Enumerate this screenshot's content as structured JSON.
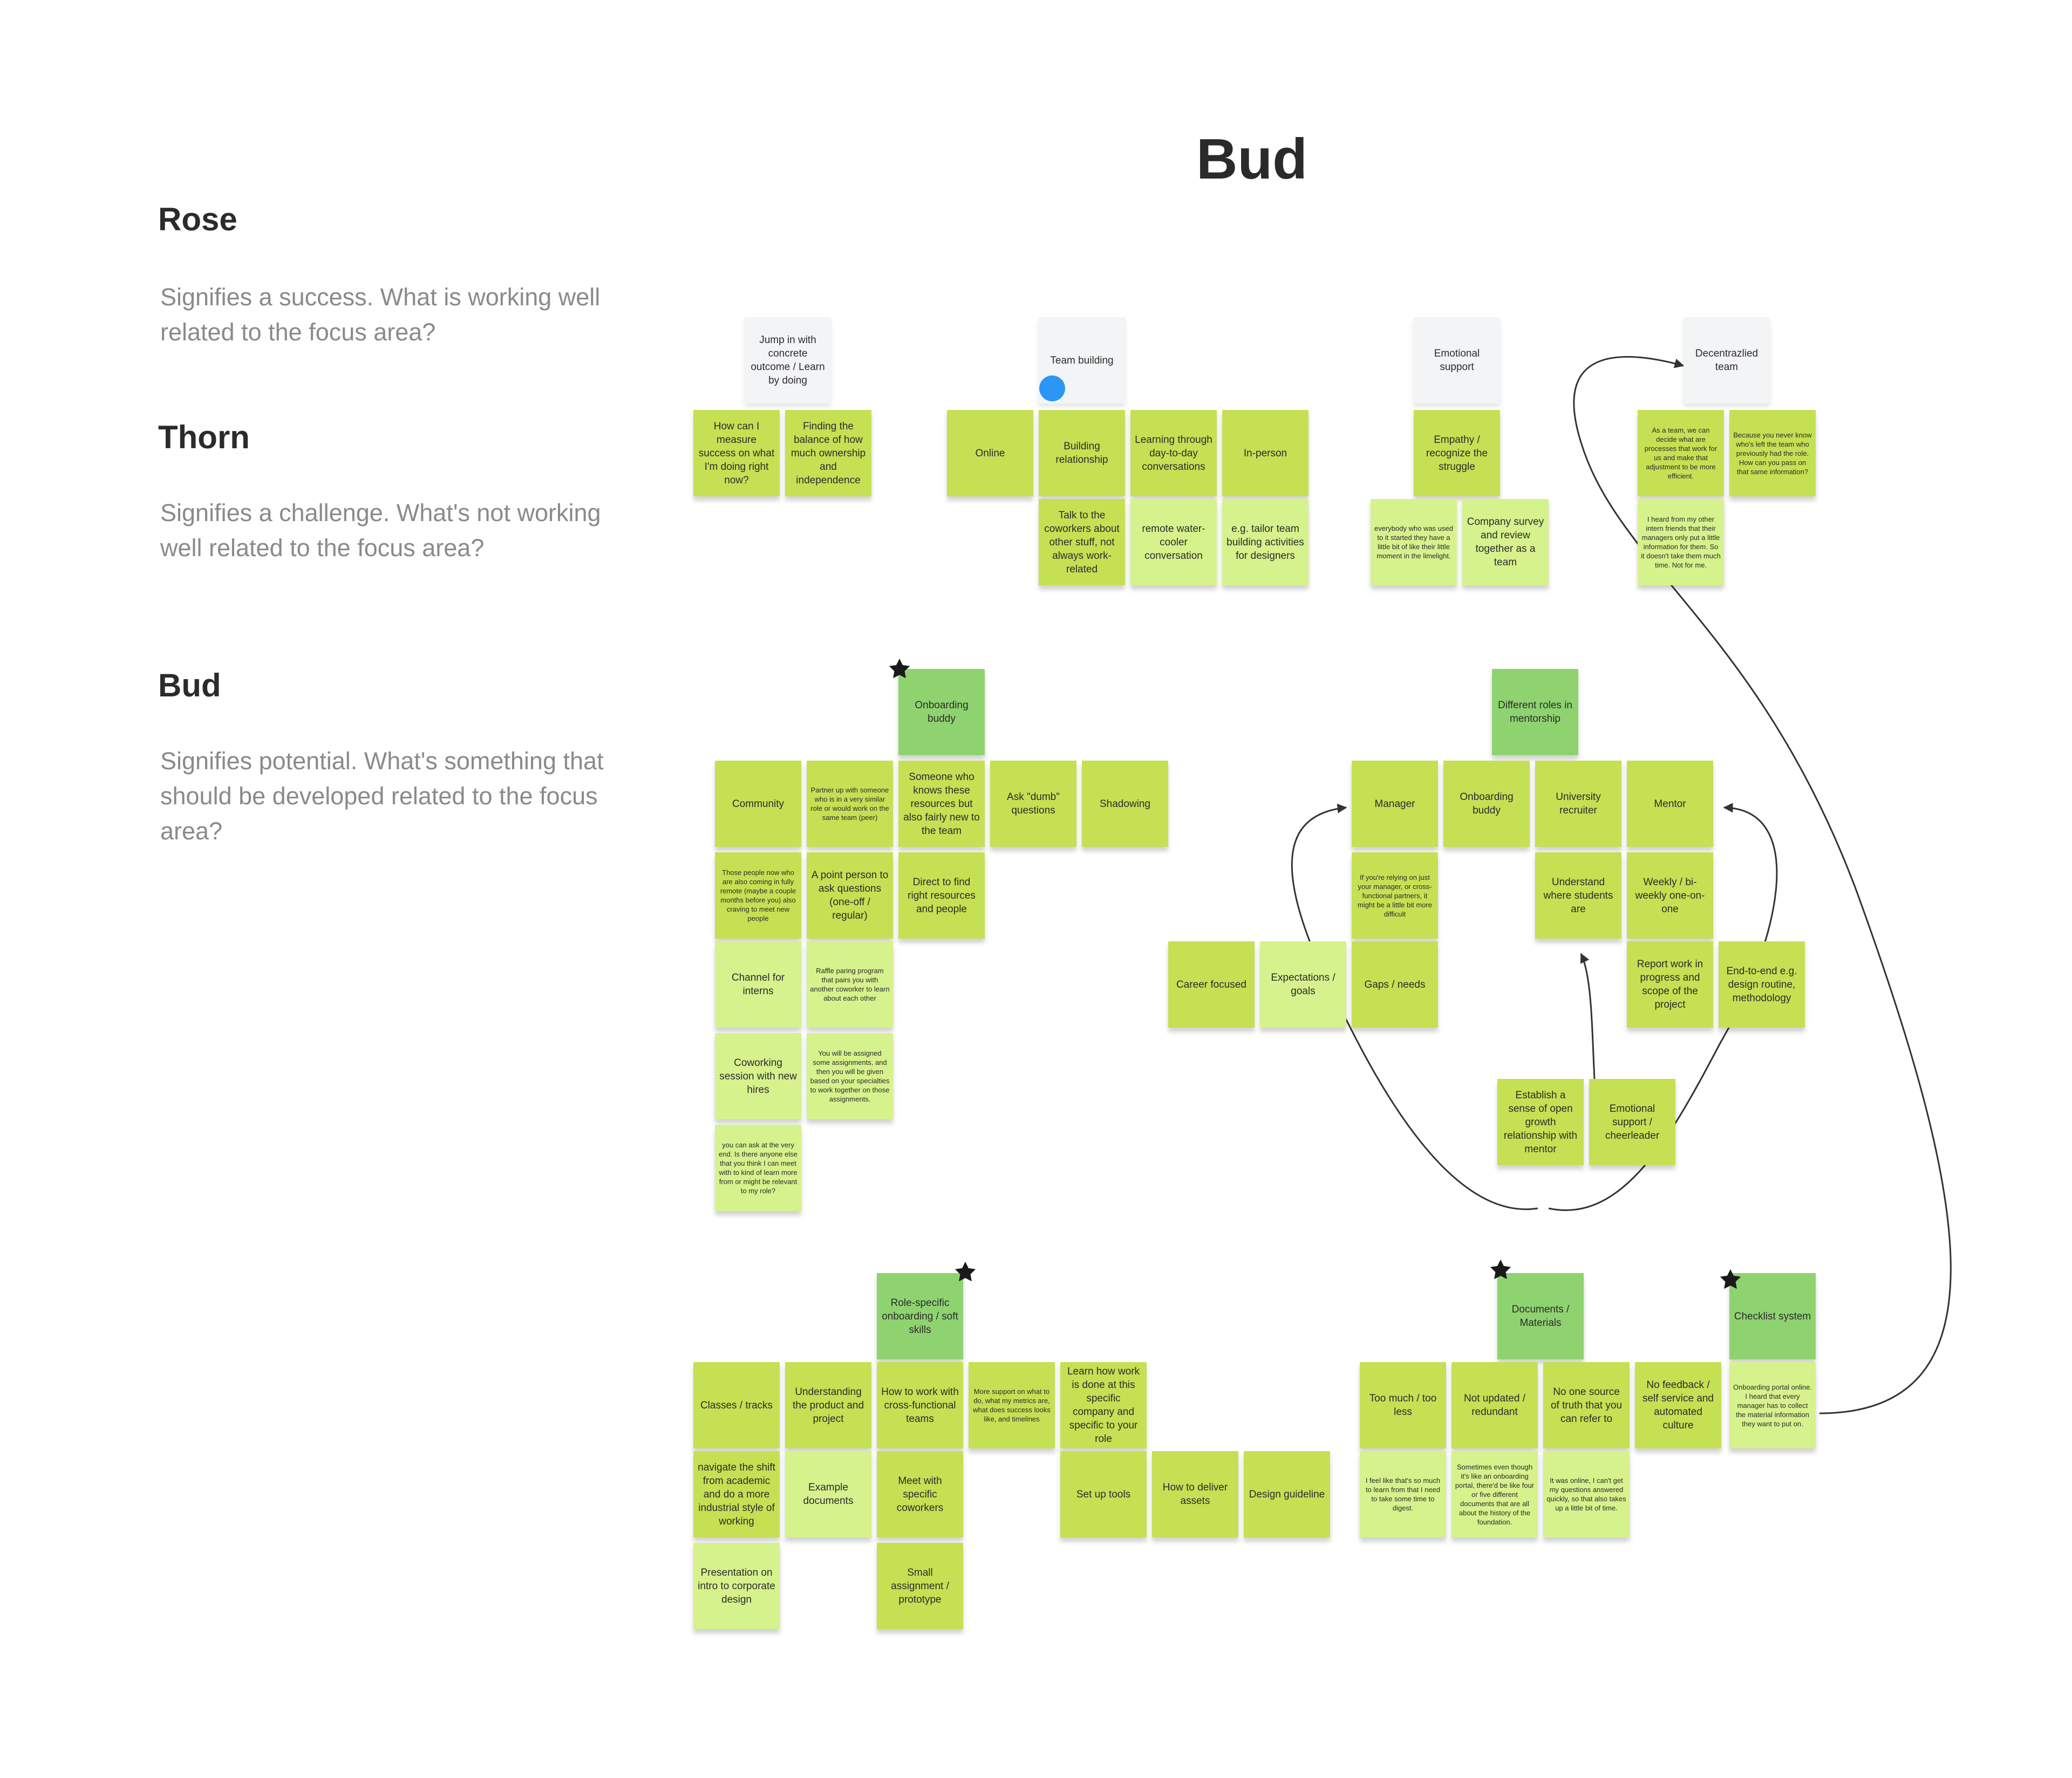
{
  "board": {
    "title": "Bud"
  },
  "legend": [
    {
      "title": "Rose",
      "description": "Signifies a success. What is working well related to the focus area?"
    },
    {
      "title": "Thorn",
      "description": "Signifies a challenge. What's not working well related to the focus area?"
    },
    {
      "title": "Bud",
      "description": "Signifies potential. What's something that should be developed related to the focus area?"
    }
  ],
  "stickies": [
    {
      "text": "Jump in with concrete outcome / Learn by doing",
      "color": "white"
    },
    {
      "text": "Team building",
      "color": "white"
    },
    {
      "text": "Emotional support",
      "color": "white"
    },
    {
      "text": "Decentrazlied team",
      "color": "white"
    },
    {
      "text": "How can I measure success on what I'm doing right now?",
      "color": "green"
    },
    {
      "text": "Finding the balance of how much ownership and independence",
      "color": "green"
    },
    {
      "text": "Online",
      "color": "green"
    },
    {
      "text": "Building relationship",
      "color": "green"
    },
    {
      "text": "Learning through day-to-day conversations",
      "color": "green"
    },
    {
      "text": "In-person",
      "color": "green"
    },
    {
      "text": "Talk to the coworkers about other stuff, not always work-related",
      "color": "green"
    },
    {
      "text": "remote water-cooler conversation",
      "color": "light"
    },
    {
      "text": "e.g. tailor team building activities for designers",
      "color": "light"
    },
    {
      "text": "Empathy / recognize the struggle",
      "color": "green"
    },
    {
      "text": "everybody who was used to it started they have a little bit of like their little moment in the limelight.",
      "color": "light"
    },
    {
      "text": "Company survey and review together as a team",
      "color": "light"
    },
    {
      "text": "As a team, we can decide what are processes that work for us and make that adjustment to be more efficient.",
      "color": "green"
    },
    {
      "text": "Because you never know who's left the team who previously had the role. How can you pass on that same information?",
      "color": "green"
    },
    {
      "text": "I heard from my other intern friends that their managers only put a little information for them. So it doesn't take them much time. Not for me.",
      "color": "light"
    },
    {
      "text": "Onboarding buddy",
      "color": "dark"
    },
    {
      "text": "Community",
      "color": "green"
    },
    {
      "text": "Partner up with someone who is in a very similar role or would work on the same team (peer)",
      "color": "green"
    },
    {
      "text": "Someone who knows these resources but also fairly new to the team",
      "color": "green"
    },
    {
      "text": "Ask \"dumb\" questions",
      "color": "green"
    },
    {
      "text": "Shadowing",
      "color": "green"
    },
    {
      "text": "Those people now who are also coming in fully remote (maybe a couple months before you) also craving to meet new people",
      "color": "green"
    },
    {
      "text": "A point person to ask questions (one-off / regular)",
      "color": "green"
    },
    {
      "text": "Direct to find right resources and people",
      "color": "green"
    },
    {
      "text": "Channel for interns",
      "color": "light"
    },
    {
      "text": "Raffle paring program that pairs you with another coworker to learn about each other",
      "color": "light"
    },
    {
      "text": "Coworking session with new hires",
      "color": "light"
    },
    {
      "text": "You will be assigned some assignments, and then you will be given based on your specialties to work together on those assignments.",
      "color": "light"
    },
    {
      "text": "you can ask at the very end. Is there anyone else that you think I can meet with to kind of learn more from or might be relevant to my role?",
      "color": "light"
    },
    {
      "text": "Different roles in mentorship",
      "color": "dark"
    },
    {
      "text": "Manager",
      "color": "green"
    },
    {
      "text": "Onboarding buddy",
      "color": "green"
    },
    {
      "text": "University recruiter",
      "color": "green"
    },
    {
      "text": "Mentor",
      "color": "green"
    },
    {
      "text": "If you're relying on just your manager, or cross-functional partners, it might be a little bit more difficult",
      "color": "green"
    },
    {
      "text": "Understand where students are",
      "color": "green"
    },
    {
      "text": "Weekly / bi-weekly one-on-one",
      "color": "green"
    },
    {
      "text": "Career focused",
      "color": "green"
    },
    {
      "text": "Expectations / goals",
      "color": "light"
    },
    {
      "text": "Gaps / needs",
      "color": "green"
    },
    {
      "text": "Report work in progress and scope of the project",
      "color": "green"
    },
    {
      "text": "End-to-end e.g. design routine, methodology",
      "color": "green"
    },
    {
      "text": "Establish a sense of open growth relationship with mentor",
      "color": "green"
    },
    {
      "text": "Emotional support / cheerleader",
      "color": "green"
    },
    {
      "text": "Role-specific onboarding / soft skills",
      "color": "dark"
    },
    {
      "text": "Classes / tracks",
      "color": "green"
    },
    {
      "text": "Understanding the product and project",
      "color": "green"
    },
    {
      "text": "How to work with cross-functional teams",
      "color": "green"
    },
    {
      "text": "More support on what to do, what my metrics are, what does success looks like, and timelines",
      "color": "green"
    },
    {
      "text": "Learn how work is done at this specific company and specific to your role",
      "color": "green"
    },
    {
      "text": "navigate the shift from academic and do a more industrial style of working",
      "color": "green"
    },
    {
      "text": "Example documents",
      "color": "light"
    },
    {
      "text": "Meet with specific coworkers",
      "color": "green"
    },
    {
      "text": "Set up tools",
      "color": "green"
    },
    {
      "text": "How to deliver assets",
      "color": "green"
    },
    {
      "text": "Design guideline",
      "color": "green"
    },
    {
      "text": "Presentation on intro to corporate design",
      "color": "light"
    },
    {
      "text": "Small assignment / prototype",
      "color": "green"
    },
    {
      "text": "Documents / Materials",
      "color": "dark"
    },
    {
      "text": "Checklist system",
      "color": "dark"
    },
    {
      "text": "Too much / too less",
      "color": "green"
    },
    {
      "text": "Not updated / redundant",
      "color": "green"
    },
    {
      "text": "No one source of truth that you can refer to",
      "color": "green"
    },
    {
      "text": "No feedback / self service and automated culture",
      "color": "green"
    },
    {
      "text": "Onboarding portal online. I heard that every manager has to collect the material information they want to put on.",
      "color": "light"
    },
    {
      "text": "I feel like that's so much to learn from that I need to take some time to digest.",
      "color": "light"
    },
    {
      "text": "Sometimes even though it's like an onboarding portal, there'd be like four or five different documents that are all about the history of the foundation.",
      "color": "light"
    },
    {
      "text": "It was online, I can't get my questions answered quickly, so that also takes up a little bit of time.",
      "color": "light"
    }
  ],
  "colors": {
    "green": "#c5e153",
    "light": "#d6f28d",
    "dark": "#8ed36f",
    "white": "#f3f4f6",
    "cursor_dot": "#2b96f3",
    "connector": "#333333"
  },
  "icons": [
    "star-icon",
    "cursor-dot-icon",
    "arrowhead-icon"
  ]
}
